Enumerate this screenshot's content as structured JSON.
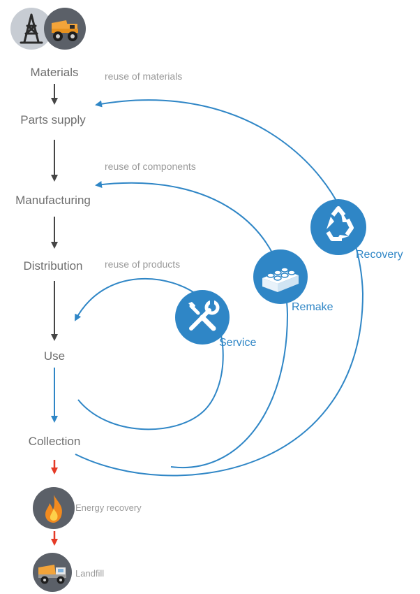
{
  "colors": {
    "accent_blue": "#2f86c6",
    "flow_dark": "#454545",
    "flow_red": "#e53a26",
    "label_gray": "#6e6e6e",
    "reuse_gray": "#9a9a9a",
    "icon_gray": "#5b6068"
  },
  "stages": {
    "materials": "Materials",
    "parts_supply": "Parts supply",
    "manufacturing": "Manufacturing",
    "distribution": "Distribution",
    "use": "Use",
    "collection": "Collection"
  },
  "reuse_loops": {
    "materials": "reuse  of materials",
    "components": "reuse of components",
    "products": "reuse  of products"
  },
  "cycles": {
    "service": "Service",
    "remake": "Remake",
    "recovery": "Recovery"
  },
  "end_of_life": {
    "energy_recovery": "Energy recovery",
    "landfill": "Landfill"
  },
  "icons": {
    "materials_left": "oil-derrick-icon",
    "materials_right": "mining-truck-icon",
    "service": "wrench-screwdriver-icon",
    "remake": "lego-brick-icon",
    "recovery": "recycle-icon",
    "energy_recovery": "flame-icon",
    "landfill": "dump-truck-icon"
  }
}
